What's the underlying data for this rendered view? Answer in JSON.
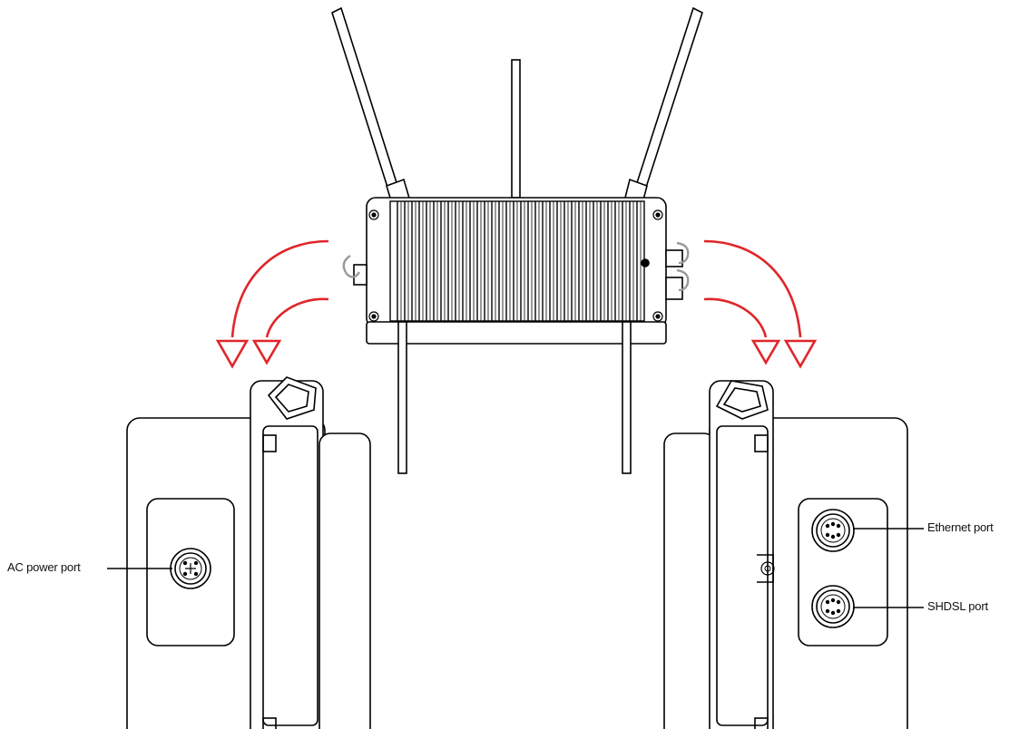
{
  "callouts": {
    "ac_power_port": "AC power port",
    "ethernet_port": "Ethernet port",
    "shdsl_port": "SHDSL port"
  },
  "colors": {
    "line": "#000000",
    "arrow": "#e0262a",
    "hinge": "#9a9a9a",
    "background": "#ffffff"
  },
  "icons": {
    "device": "access-point-top-view",
    "left_arrows": "rotate-left-arrows",
    "right_arrows": "rotate-right-arrows",
    "ports": "circular-connector"
  }
}
